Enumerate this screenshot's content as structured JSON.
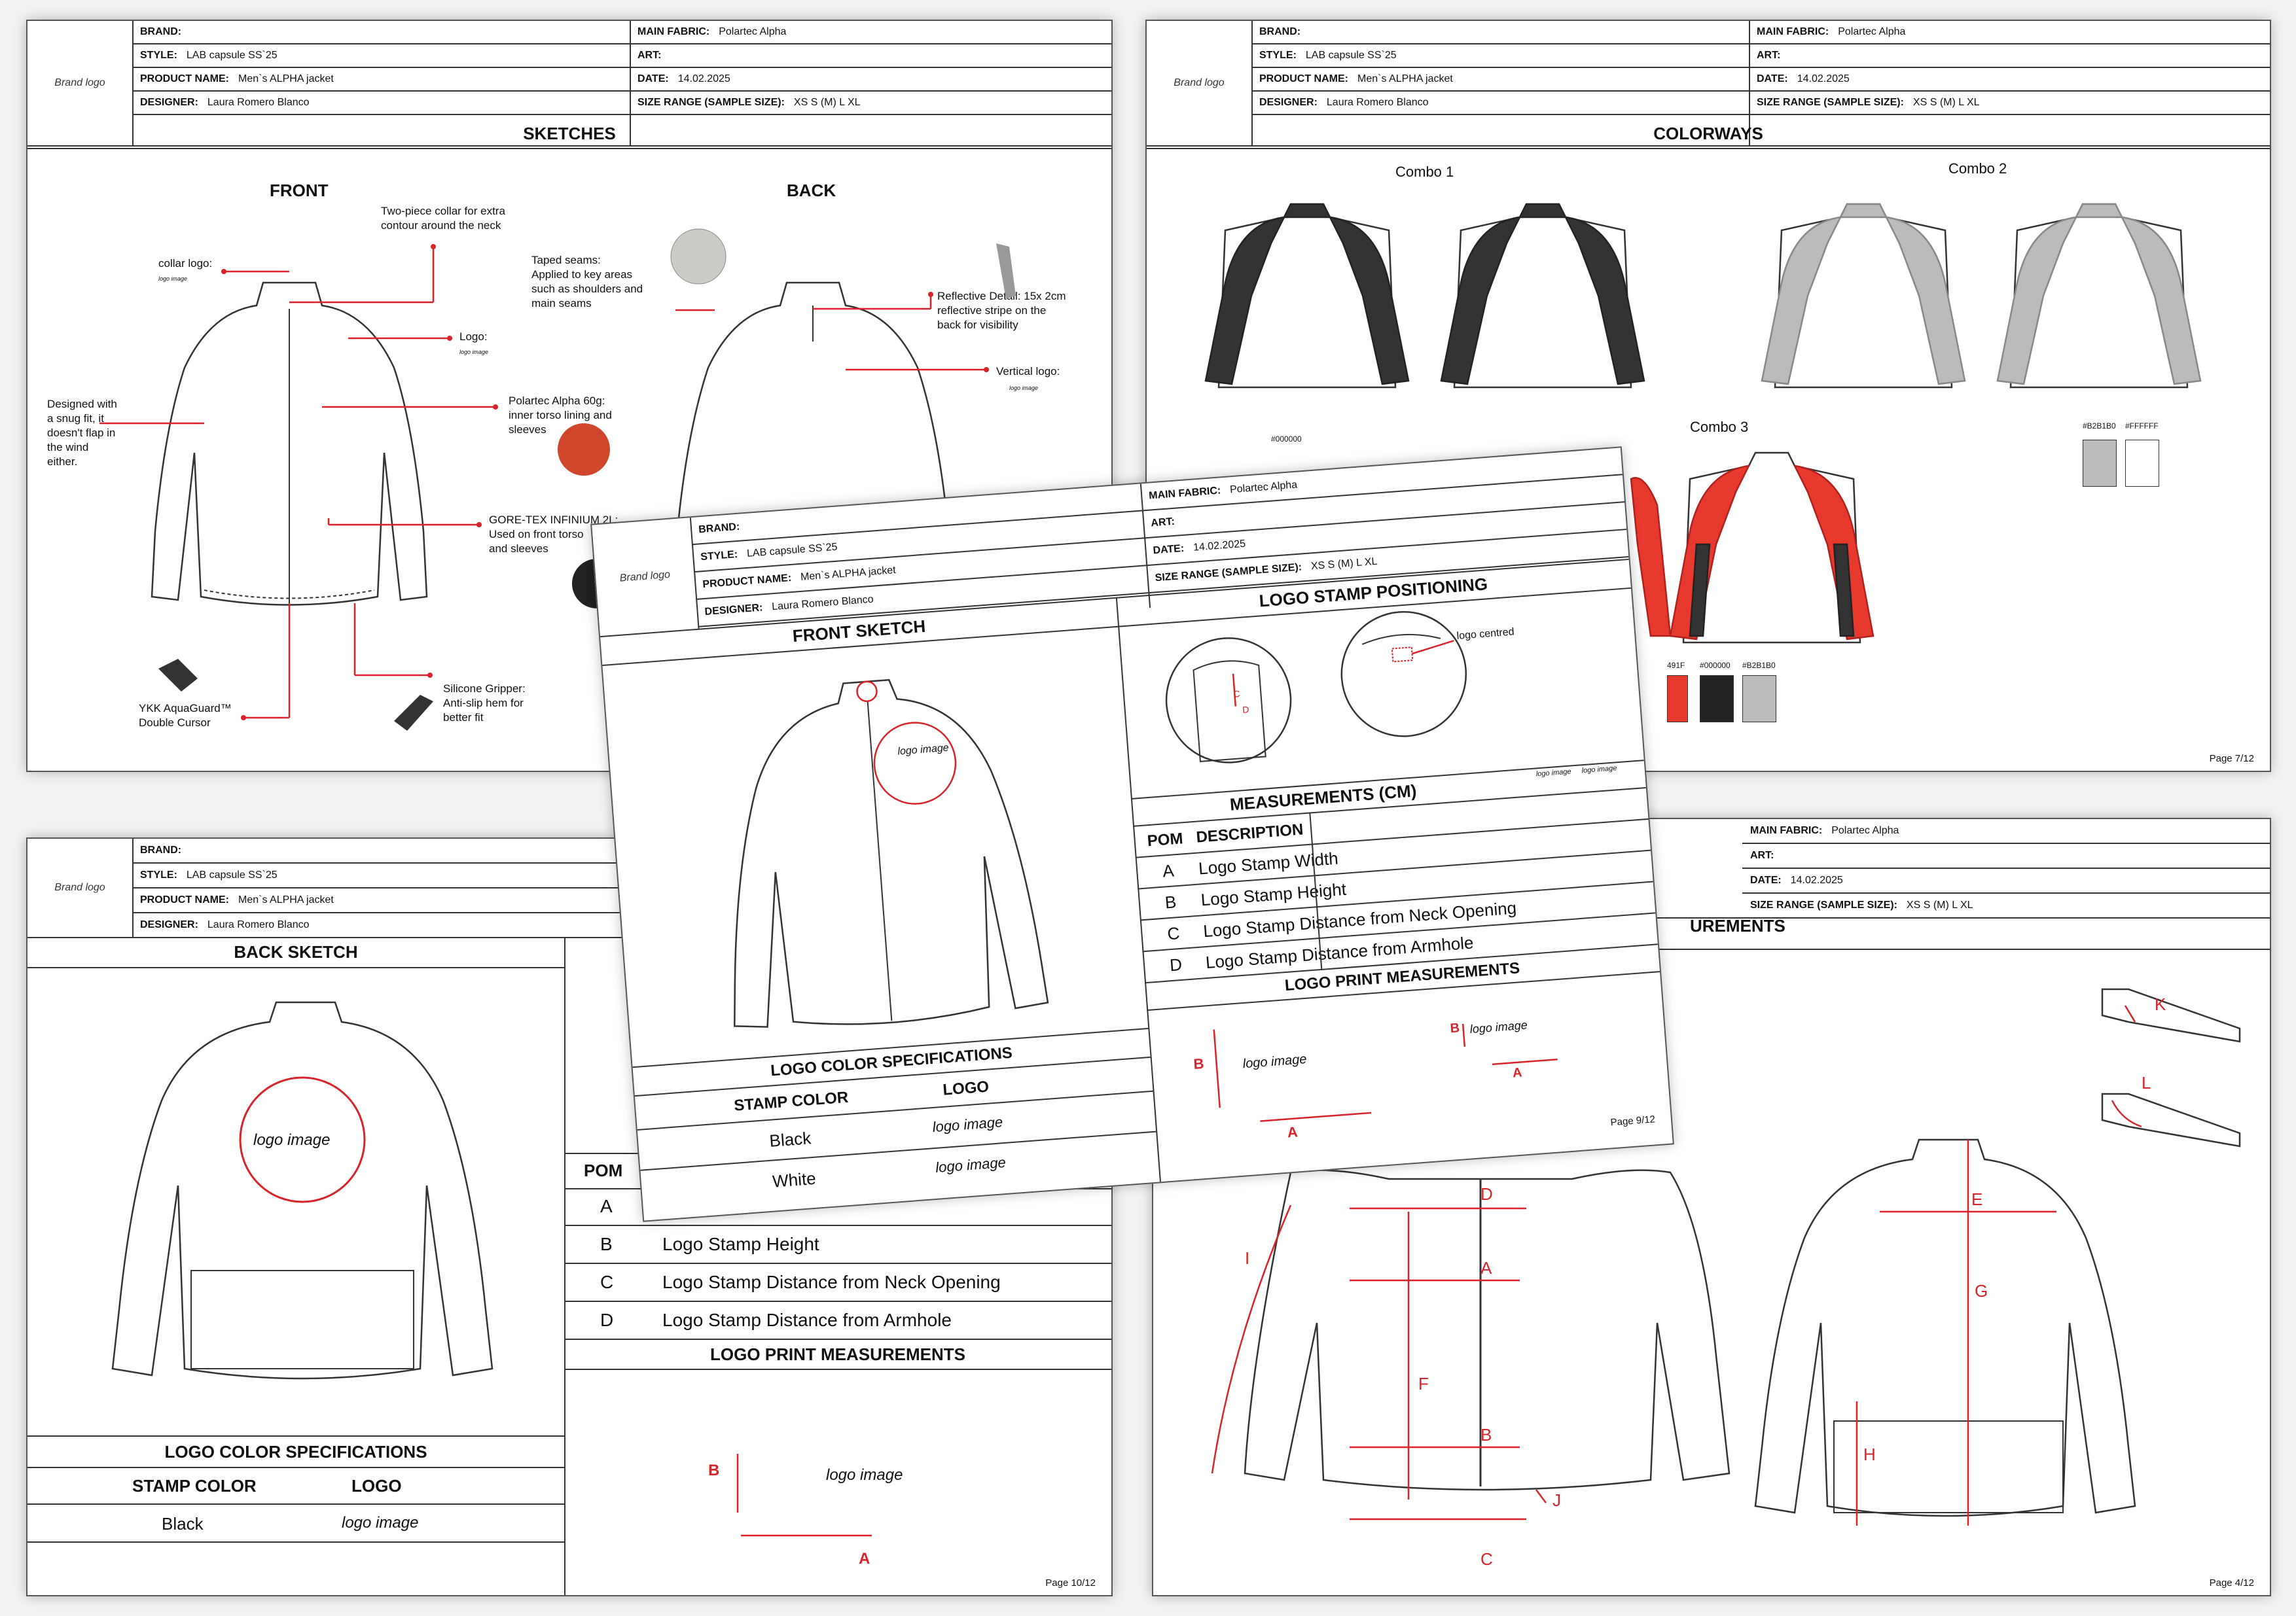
{
  "header": {
    "brand_logo": "Brand logo",
    "brand_label": "BRAND:",
    "style_label": "STYLE:",
    "style_value": "LAB capsule SS`25",
    "product_label": "PRODUCT NAME:",
    "product_value": "Men`s ALPHA jacket",
    "designer_label": "DESIGNER:",
    "designer_value": "Laura Romero Blanco",
    "fabric_label": "MAIN FABRIC:",
    "fabric_value": "Polartec Alpha",
    "art_label": "ART:",
    "date_label": "DATE:",
    "date_value": "14.02.2025",
    "size_label": "SIZE RANGE (SAMPLE SIZE):",
    "size_value": "XS  S  (M)  L  XL"
  },
  "sketches": {
    "title": "SKETCHES",
    "front": "FRONT",
    "back": "BACK",
    "collar_logo": "collar logo:",
    "logo_image_small": "logo image",
    "two_piece_collar": [
      "Two-piece collar for extra",
      "contour around the neck"
    ],
    "logo": "Logo:",
    "taped_seams": [
      "Taped seams:",
      "Applied to key areas",
      "such as shoulders and",
      "main seams"
    ],
    "reflective": [
      "Reflective Detail: 15x 2cm",
      "reflective stripe on the",
      "back for visibility"
    ],
    "vertical_logo": "Vertical logo:",
    "snug_fit": [
      "Designed with",
      "a snug fit, it",
      "doesn't flap in",
      "the wind",
      "either."
    ],
    "polartec": [
      "Polartec Alpha 60g:",
      "inner torso lining and",
      "sleeves"
    ],
    "gore_tex": [
      "GORE-TEX INFINIUM 2L:",
      "Used on front torso",
      "and sleeves"
    ],
    "ykk": [
      "YKK AquaGuard™",
      "Double Cursor"
    ],
    "silicone": [
      "Silicone Gripper:",
      "Anti-slip hem for",
      "better fit"
    ]
  },
  "colorways": {
    "title": "COLORWAYS",
    "combo1": "Combo 1",
    "combo2": "Combo 2",
    "combo3": "Combo 3",
    "code_combo1": "#000000",
    "code_combo2a": "#B2B1B0",
    "code_combo2b": "#FFFFFF",
    "code_combo3a": "491F",
    "code_combo3b": "#000000",
    "code_combo3c": "#B2B1B0",
    "page": "Page 7/12",
    "colors": {
      "black": "#222222",
      "grey": "#bbbbbb",
      "red": "#e8392f",
      "white": "#ffffff"
    }
  },
  "back_page": {
    "title": "BACK SKETCH",
    "logo_image": "logo image",
    "color_spec_title": "LOGO COLOR SPECIFICATIONS",
    "stamp_color": "STAMP COLOR",
    "logo_col": "LOGO",
    "black": "Black",
    "pom": "POM",
    "rows": [
      {
        "pom": "A",
        "desc": ""
      },
      {
        "pom": "B",
        "desc": "Logo Stamp Height"
      },
      {
        "pom": "C",
        "desc": "Logo Stamp Distance from Neck Opening"
      },
      {
        "pom": "D",
        "desc": "Logo Stamp Distance from Armhole"
      }
    ],
    "print_title": "LOGO PRINT MEASUREMENTS",
    "a": "A",
    "b": "B",
    "page": "Page 10/12"
  },
  "meas_page": {
    "title": "UREMENTS",
    "letters": {
      "a": "A",
      "b": "B",
      "c": "C",
      "d": "D",
      "e": "E",
      "f": "F",
      "g": "G",
      "h": "H",
      "i": "I",
      "j": "J",
      "k": "K",
      "l": "L"
    },
    "page": "Page 4/12"
  },
  "front_page": {
    "front_sketch": "FRONT SKETCH",
    "logo_stamp_title": "LOGO STAMP POSITIONING",
    "logo_centred": "logo centred",
    "logo_image": "logo image",
    "meas_title": "MEASUREMENTS (CM)",
    "pom": "POM",
    "description": "DESCRIPTION",
    "logo_col": "logo image",
    "rows": [
      {
        "pom": "A",
        "desc": "Logo Stamp Width"
      },
      {
        "pom": "B",
        "desc": "Logo Stamp Height"
      },
      {
        "pom": "C",
        "desc": "Logo Stamp Distance from Neck Opening"
      },
      {
        "pom": "D",
        "desc": "Logo Stamp Distance from Armhole"
      }
    ],
    "print_title": "LOGO PRINT MEASUREMENTS",
    "color_spec_title": "LOGO COLOR SPECIFICATIONS",
    "stamp_color": "STAMP COLOR",
    "logo": "LOGO",
    "black": "Black",
    "white": "White",
    "c": "C",
    "d": "D",
    "a": "A",
    "b": "B",
    "page": "Page 9/12"
  }
}
